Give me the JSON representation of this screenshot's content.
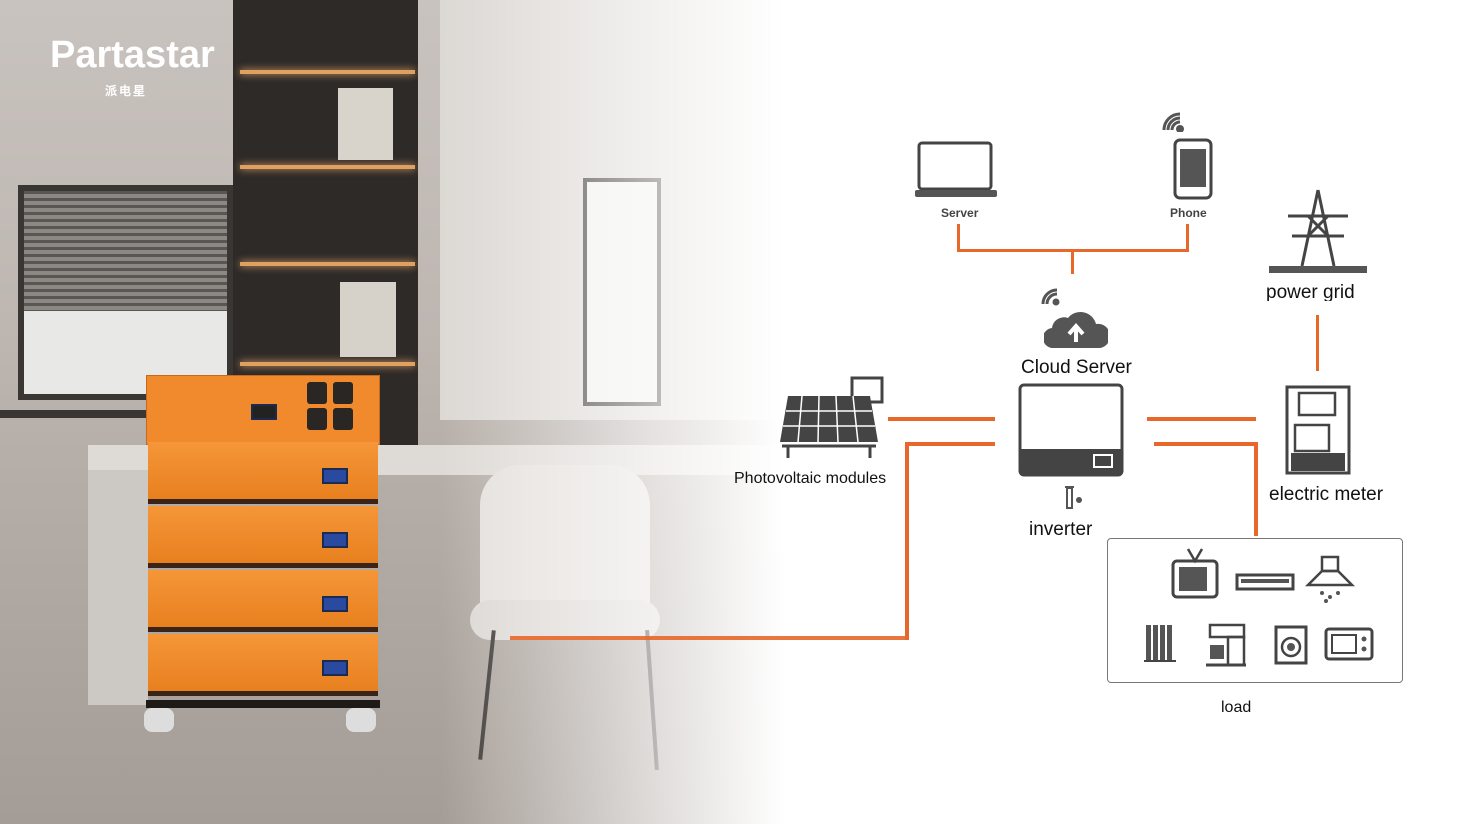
{
  "brand": {
    "name": "Partastar",
    "subtitle": "派电星"
  },
  "diagram": {
    "nodes": {
      "server": "Server",
      "phone": "Phone",
      "power_grid": "power grid",
      "cloud_server": "Cloud Server",
      "pv": "Photovoltaic modules",
      "inverter": "inverter",
      "meter": "electric meter",
      "load": "load"
    },
    "load_icons": [
      "tv-icon",
      "air-conditioner-icon",
      "range-hood-icon",
      "heater-icon",
      "coffee-machine-icon",
      "washing-machine-icon",
      "microwave-icon"
    ],
    "colors": {
      "connector": "#e8672a",
      "battery": "#f08a2c",
      "icon": "#444444"
    }
  }
}
